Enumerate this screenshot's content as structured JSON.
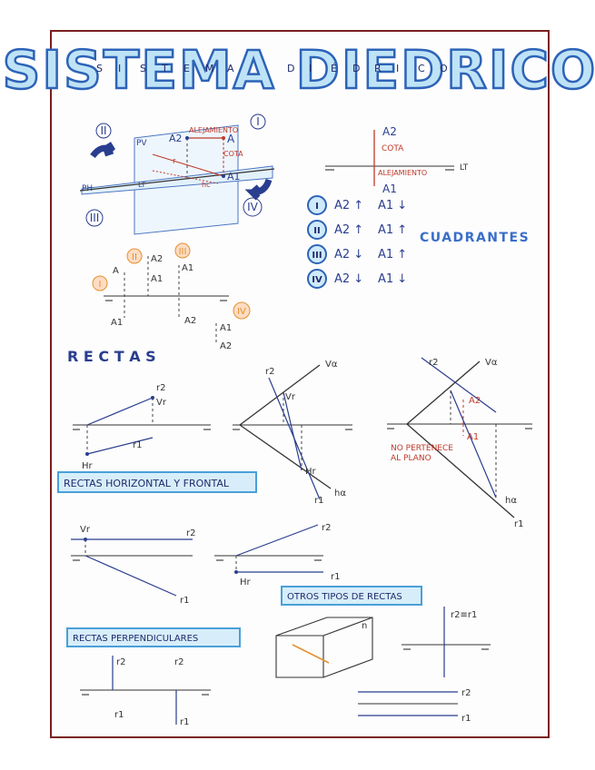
{
  "title": {
    "big": "SISTEMA DIEDRICO",
    "letters": [
      "S",
      "I",
      "S",
      "T",
      "E",
      "M",
      "A",
      "D",
      "I",
      "É",
      "D",
      "R",
      "I",
      "C",
      "O"
    ]
  },
  "quadrant_diagram": {
    "q1": "I",
    "q2": "II",
    "q3": "III",
    "q4": "IV",
    "pv": "PV",
    "ph": "PH",
    "lt": "LT",
    "a": "A",
    "a1": "A1",
    "a2": "A2",
    "alejamiento": "ALEJAMIENTO",
    "cota": "COTA",
    "r": "r",
    "hc": "hc"
  },
  "projection": {
    "a2": "A2",
    "a1": "A1",
    "cota": "COTA",
    "alejamiento": "ALEJAMIENTO",
    "lt": "LT"
  },
  "quadrants_table": {
    "title": "CUADRANTES",
    "rows": [
      {
        "num": "I",
        "a2": "A2 ↑",
        "a1": "A1 ↓"
      },
      {
        "num": "II",
        "a2": "A2 ↑",
        "a1": "A1 ↑"
      },
      {
        "num": "III",
        "a2": "A2 ↓",
        "a1": "A1 ↑"
      },
      {
        "num": "IV",
        "a2": "A2 ↓",
        "a1": "A1 ↓"
      }
    ]
  },
  "quadrant_points": {
    "q1": "I",
    "q2": "II",
    "q3": "III",
    "q4": "IV",
    "a": "A",
    "a1": "A1",
    "a2": "A2"
  },
  "rectas": {
    "title": "R E C T A S",
    "r1": "r1",
    "r2": "r2",
    "vr": "Vr",
    "hr": "Hr",
    "va": "Vα",
    "ha": "hα",
    "a1": "A1",
    "a2": "A2",
    "no_pertenece": "NO PERTENECE",
    "al_plano": "AL PLANO"
  },
  "sections": {
    "horizontal_frontal": "RECTAS HORIZONTAL Y FRONTAL",
    "otros_tipos": "OTROS TIPOS DE RECTAS",
    "perpendiculares": "RECTAS PERPENDICULARES"
  },
  "other_lines": {
    "r2_eq_r1": "r2≡r1",
    "n": "n",
    "r1": "r1",
    "r2": "r2",
    "vr": "Vr",
    "hr": "Hr"
  }
}
